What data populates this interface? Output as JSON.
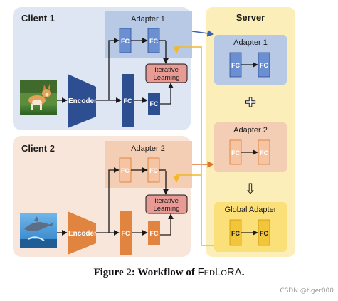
{
  "client1": {
    "title": "Client 1",
    "adapter_label": "Adapter 1",
    "fc": "FC",
    "encoder": "Encoder",
    "iterative": [
      "Iterative",
      "Learning"
    ],
    "image": "corgi-photo"
  },
  "client2": {
    "title": "Client 2",
    "adapter_label": "Adapter 2",
    "fc": "FC",
    "encoder": "Encoder",
    "iterative": [
      "Iterative",
      "Learning"
    ],
    "image": "dolphin-photo"
  },
  "server": {
    "title": "Server",
    "adapter1": "Adapter 1",
    "adapter2": "Adapter 2",
    "global": "Global Adapter",
    "fc": "FC",
    "plus": "✚",
    "down_arrow": "⇩"
  },
  "caption": {
    "prefix": "Figure 2: Workflow of ",
    "system": "FedLoRA",
    "suffix": "."
  },
  "watermark": "CSDN @tiger000",
  "colors": {
    "client1_bg": "#dde6f2",
    "client2_bg": "#f8e6da",
    "server_bg": "#fbeeb8",
    "blue_fc": "#6b8fd0",
    "blue_dark": "#2e4e92",
    "orange_fc": "#f0a06a",
    "orange_dark": "#d9782e",
    "gold_fc": "#f2c53a",
    "iterative": "#e89a94"
  }
}
